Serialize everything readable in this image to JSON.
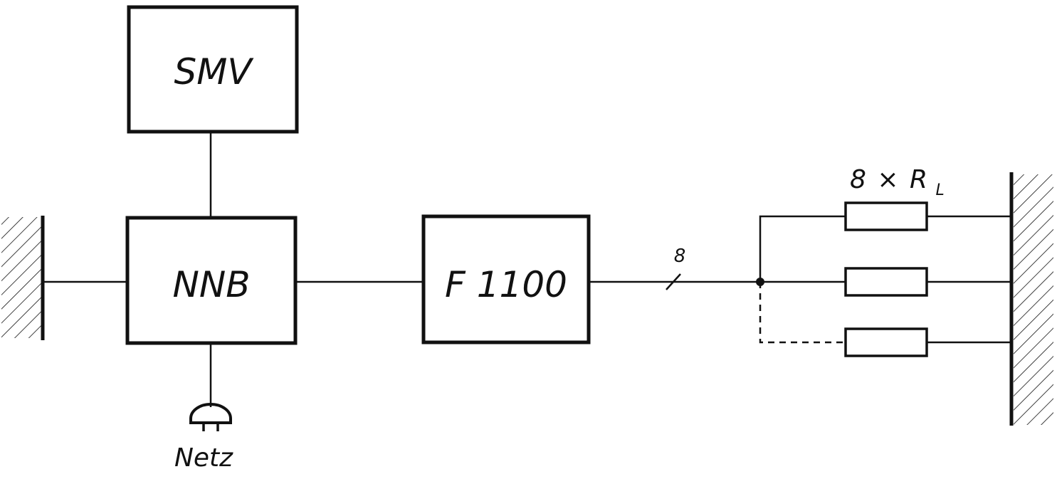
{
  "blocks": {
    "smv": "SMV",
    "nnb": "NNB",
    "f1100": "F 1100"
  },
  "labels": {
    "bus_count": "8",
    "load_mult": "8",
    "load_x": "×",
    "load_r": "R",
    "load_sub": "L",
    "mains": "Netz"
  },
  "icons": {
    "ground_left": "hatched-ground-icon",
    "ground_right": "hatched-ground-icon",
    "mains_plug": "mains-plug-icon"
  }
}
